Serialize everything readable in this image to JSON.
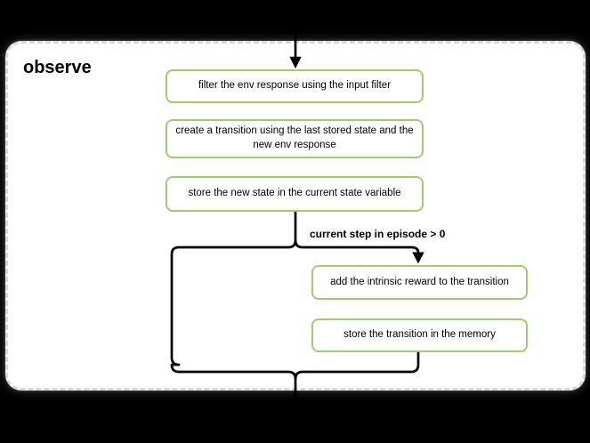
{
  "diagram": {
    "title": "observe",
    "steps": [
      {
        "id": "filter-response",
        "label": "filter the env response using the input filter"
      },
      {
        "id": "create-transition",
        "label": "create a transition using the last stored state and the\nnew env response"
      },
      {
        "id": "store-state",
        "label": "store the new state in the current state variable"
      },
      {
        "id": "add-intrinsic",
        "label": "add the intrinsic reward to the transition"
      },
      {
        "id": "store-transition",
        "label": "store the transition in the memory"
      }
    ],
    "condition_label": "current step in episode > 0",
    "colors": {
      "background": "#000000",
      "panel_fill": "#ffffff",
      "panel_border": "#d8d8d8",
      "box_border": "#9dcc72",
      "box_fill": "#ffffff",
      "line": "#000000",
      "text": "#000000"
    }
  }
}
